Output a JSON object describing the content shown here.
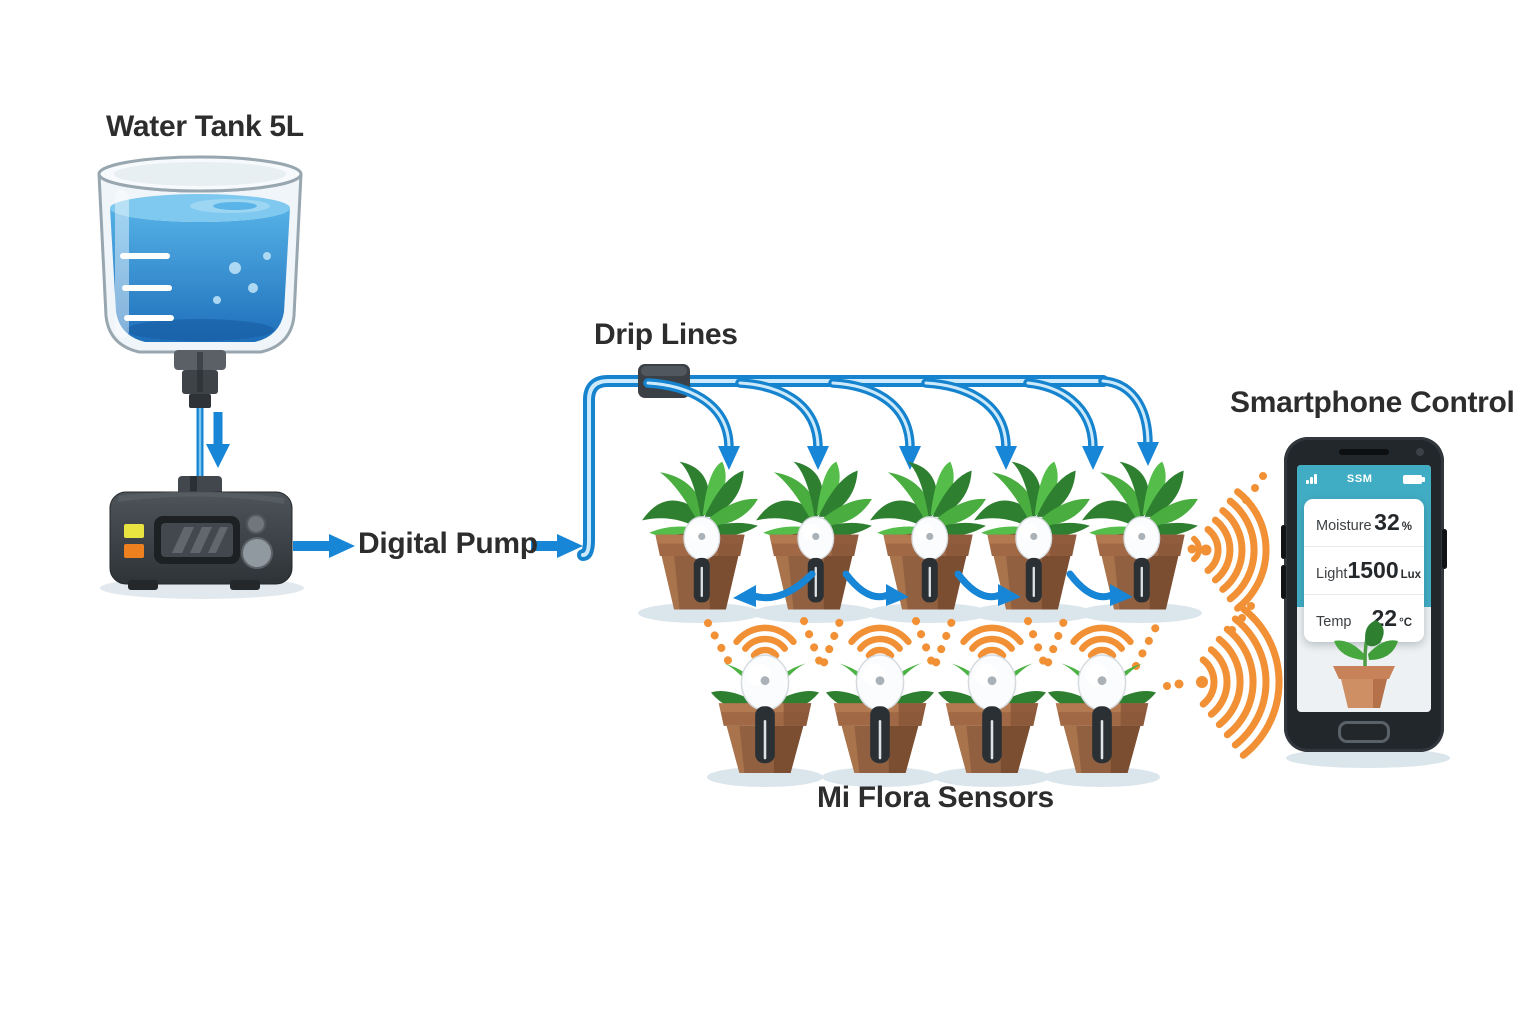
{
  "diagram": {
    "background": "#ffffff",
    "labels": {
      "water_tank": "Water Tank 5L",
      "digital_pump": "Digital Pump",
      "drip_lines": "Drip Lines",
      "mi_flora": "Mi Flora Sensors",
      "smartphone": "Smartphone Control"
    },
    "counts": {
      "drip_outlet_arrows": 6,
      "top_row_pots": 5,
      "bottom_row_sensor_pots": 4
    },
    "colors": {
      "tube_blue": "#1583cd",
      "arrow_blue": "#1886d6",
      "water_blue": "#3d9ede",
      "signal_orange": "#f29035",
      "pot_brown": "#916040",
      "leaf_green": "#46a83e",
      "statusbar_teal": "#41adc4",
      "text_dark": "#2d2d2d"
    }
  },
  "phone": {
    "status": {
      "text": "SSM"
    },
    "readings": [
      {
        "label": "Moisture",
        "value": "32",
        "unit": "%"
      },
      {
        "label": "Light",
        "value": "1500",
        "unit": "Lux"
      },
      {
        "label": "Temp",
        "value": "22",
        "unit": "°C"
      }
    ]
  }
}
